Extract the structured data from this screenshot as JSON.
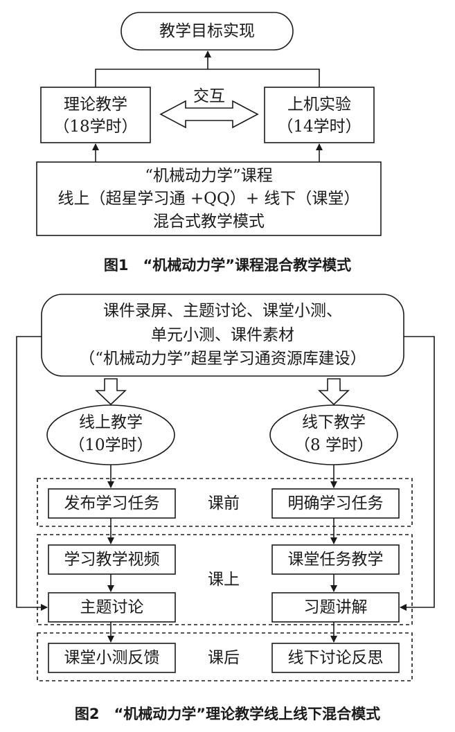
{
  "fig1": {
    "goal": "教学目标实现",
    "theory": {
      "line1": "理论教学",
      "line2": "（18学时）"
    },
    "exchange": "交互",
    "lab": {
      "line1": "上机实验",
      "line2": "（14学时）"
    },
    "base": {
      "line1": "“机械动力学”课程",
      "line2": "线上（超星学习通 +QQ）+ 线下（课堂）",
      "line3": "混合式教学模式"
    },
    "caption": "图1　“机械动力学”课程混合教学模式"
  },
  "fig2": {
    "resources": {
      "line1": "课件录屏、主题讨论、课堂小测、",
      "line2": "单元小测、课件素材",
      "line3": "（“机械动力学”超星学习通资源库建设）"
    },
    "online": {
      "line1": "线上教学",
      "line2": "（10学时）"
    },
    "offline": {
      "line1": "线下教学",
      "line2": "（8 学时）"
    },
    "phases": {
      "before": "课前",
      "during": "课上",
      "after": "课后"
    },
    "online_steps": {
      "release": "发布学习任务",
      "video": "学习教学视频",
      "topic": "主题讨论",
      "quiz": "课堂小测反馈"
    },
    "offline_steps": {
      "clarify": "明确学习任务",
      "task": "课堂任务教学",
      "explain": "习题讲解",
      "reflect": "线下讨论反思"
    },
    "caption": "图2　“机械动力学”理论教学线上线下混合模式"
  }
}
